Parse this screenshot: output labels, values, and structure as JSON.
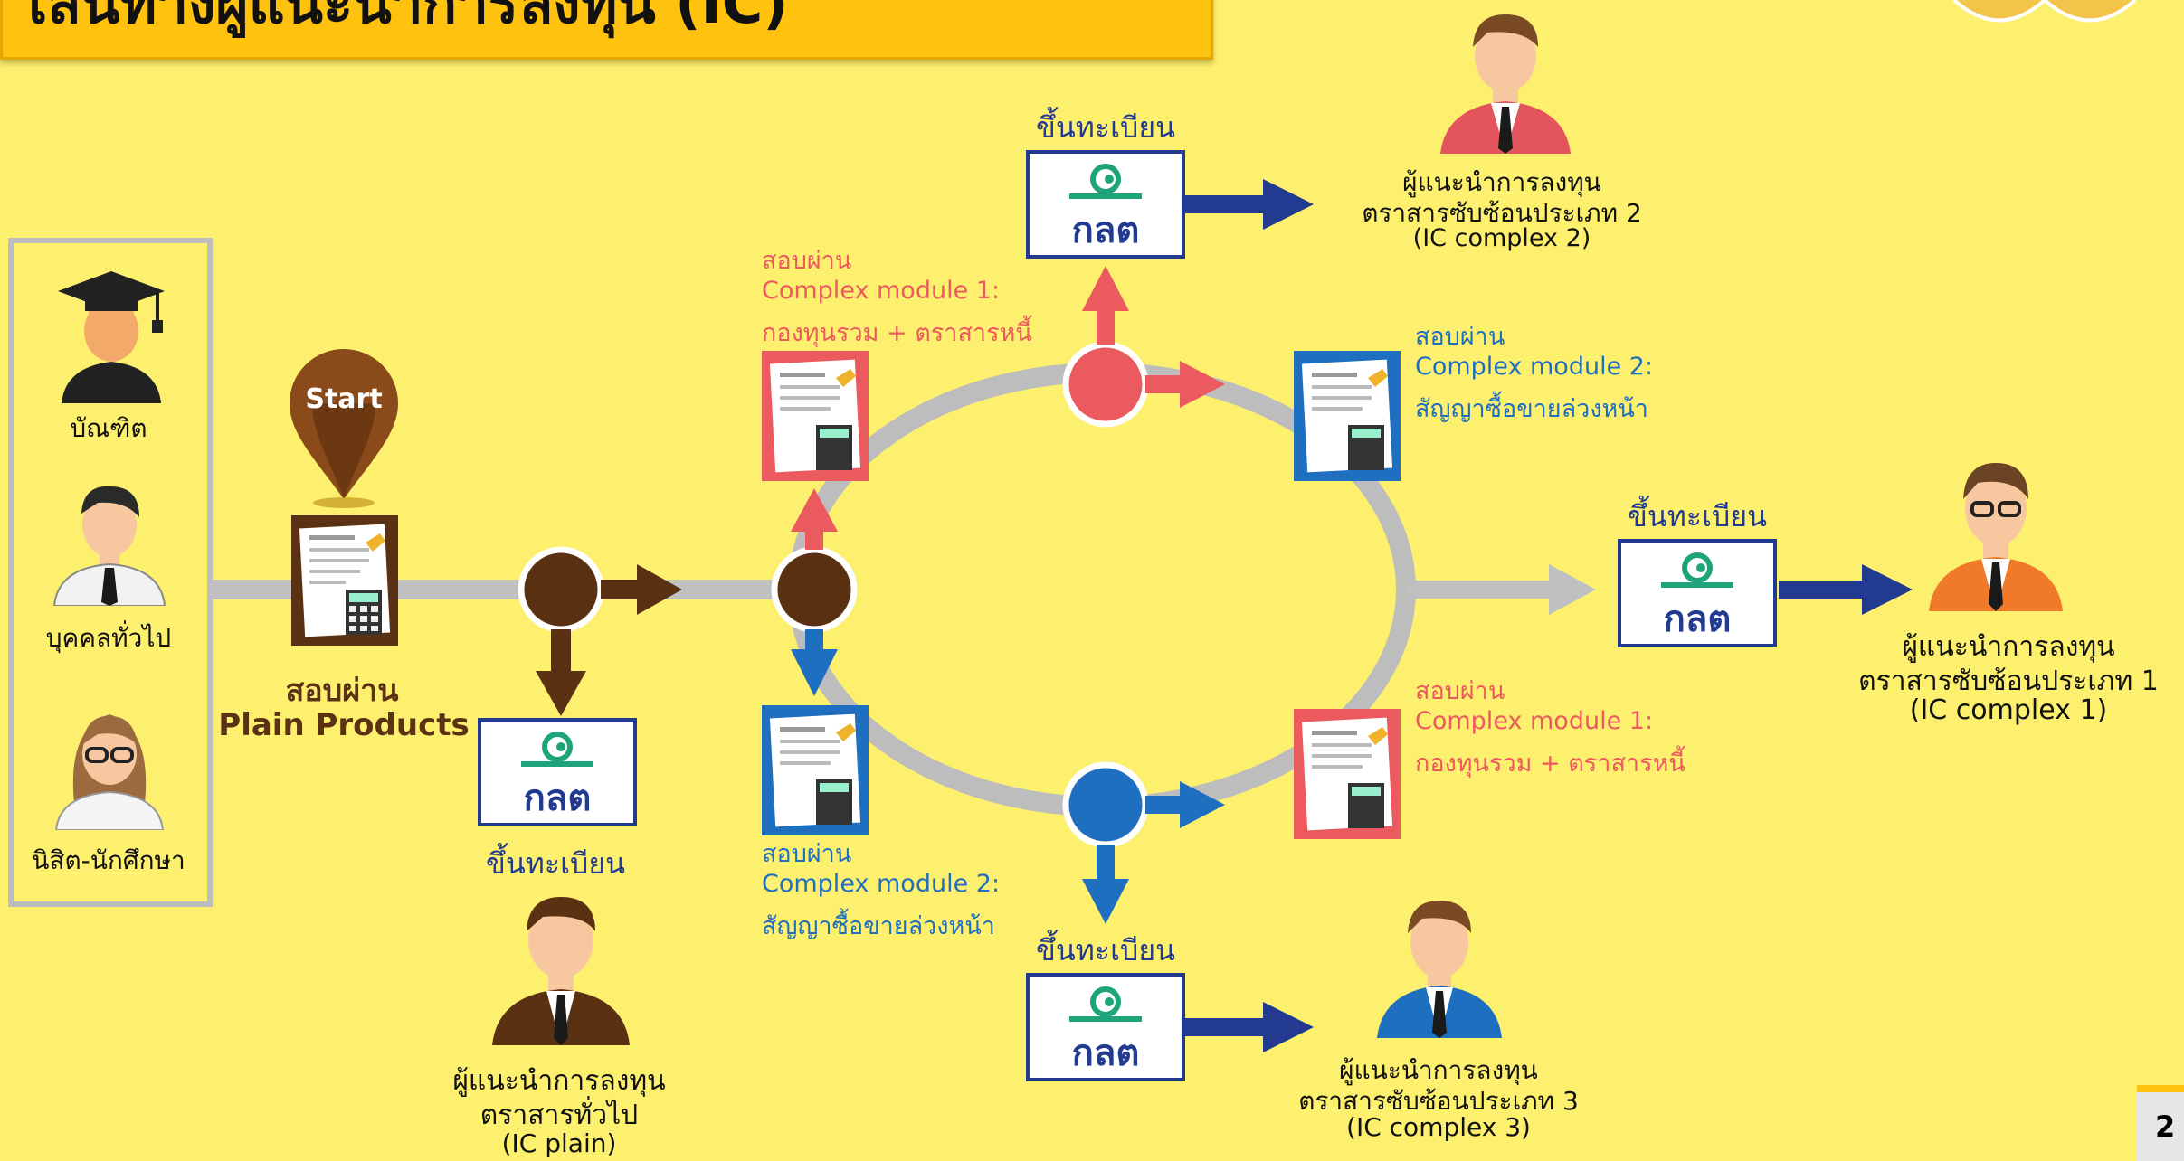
{
  "title": "เส้นทางผู้แนะนำการลงทุน (IC)",
  "colors": {
    "background": "#fef06f",
    "banner": "#ffc20e",
    "brown": "#5a3213",
    "red": "#ea5a5e",
    "blue": "#1f6fc0",
    "navy": "#223a8f",
    "ring": "#bdbdbd",
    "green": "#1fa37a"
  },
  "audience": {
    "graduate": "บัณฑิต",
    "general": "บุคคลทั่วไป",
    "student": "นิสิต-นักศึกษา"
  },
  "start": {
    "pin_label": "Start",
    "pass_label": "สอบผ่าน",
    "plain_products": "Plain Products"
  },
  "sec_logo_text": "กลต",
  "register_label": "ขึ้นทะเบียน",
  "exams": {
    "top_left": {
      "pass": "สอบผ่าน",
      "module": "Complex module 1:",
      "detail": "กองทุนรวม + ตราสารหนี้"
    },
    "top_right": {
      "pass": "สอบผ่าน",
      "module": "Complex module 2:",
      "detail": "สัญญาซื้อขายล่วงหน้า"
    },
    "bottom_left": {
      "pass": "สอบผ่าน",
      "module": "Complex module 2:",
      "detail": "สัญญาซื้อขายล่วงหน้า"
    },
    "bottom_right": {
      "pass": "สอบผ่าน",
      "module": "Complex module 1:",
      "detail": "กองทุนรวม + ตราสารหนี้"
    }
  },
  "outcomes": {
    "plain": {
      "line1": "ผู้แนะนำการลงทุน",
      "line2": "ตราสารทั่วไป",
      "line3": "(IC plain)"
    },
    "complex1": {
      "line1": "ผู้แนะนำการลงทุน",
      "line2": "ตราสารซับซ้อนประเภท 1",
      "line3": "(IC complex 1)"
    },
    "complex2": {
      "line1": "ผู้แนะนำการลงทุน",
      "line2": "ตราสารซับซ้อนประเภท 2",
      "line3": "(IC complex 2)"
    },
    "complex3": {
      "line1": "ผู้แนะนำการลงทุน",
      "line2": "ตราสารซับซ้อนประเภท 3",
      "line3": "(IC complex 3)"
    }
  },
  "page_number": "2"
}
